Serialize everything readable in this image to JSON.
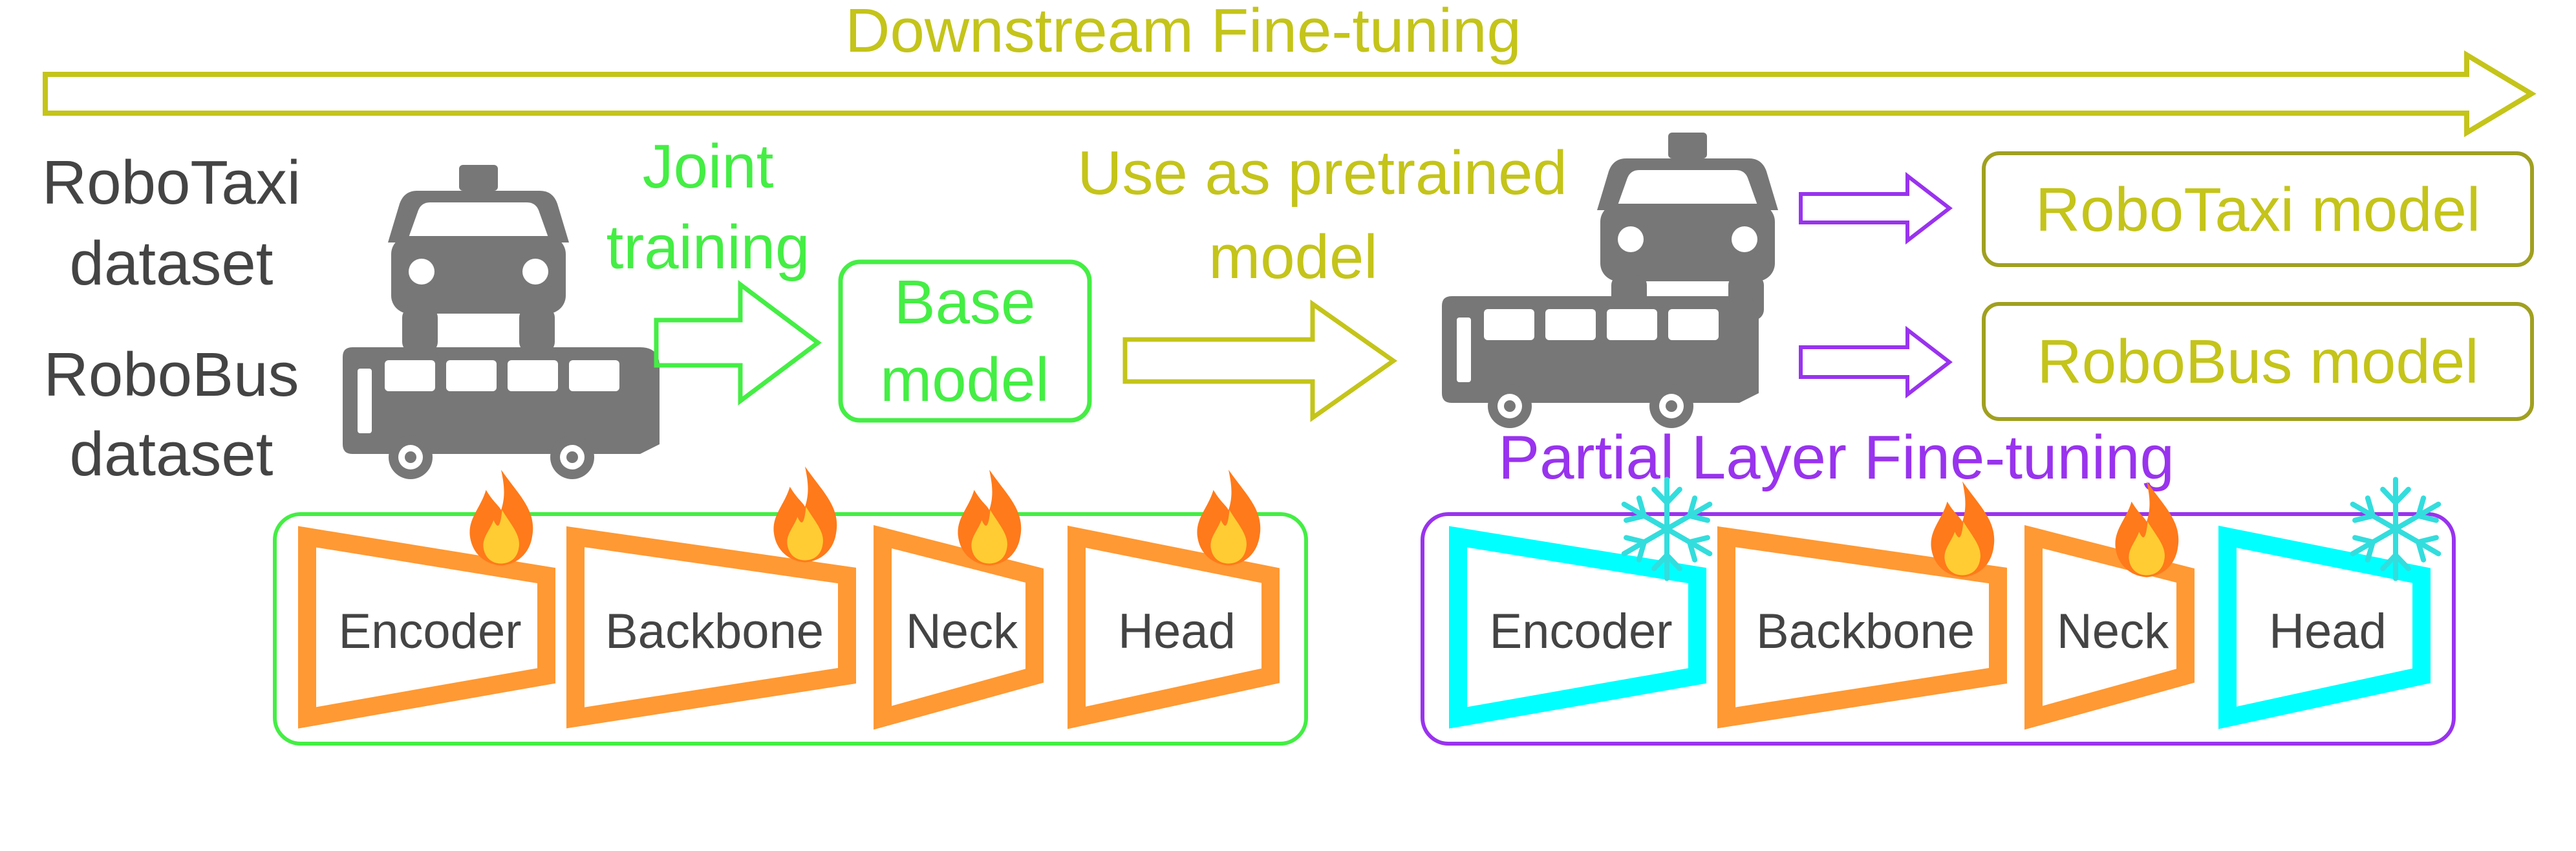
{
  "colors": {
    "olive": "#c4c41a",
    "olive_dark": "#a0a020",
    "green": "#44ee44",
    "purple": "#9933ee",
    "orange": "#ff9933",
    "cyan": "#00ffff",
    "cyan_snow": "#33dddd",
    "gray": "#777777",
    "text_dark": "#444444",
    "flame_outer": "#ff7a1a",
    "flame_inner": "#ffcc33"
  },
  "icons": {
    "taxi": "taxi-icon",
    "bus": "bus-icon",
    "fire": "fire-icon",
    "snowflake": "snowflake-icon",
    "arrow": "arrow-right-icon"
  },
  "header": {
    "downstream_label": "Downstream Fine-tuning"
  },
  "datasets": {
    "taxi_line1": "RoboTaxi",
    "taxi_line2": "dataset",
    "bus_line1": "RoboBus",
    "bus_line2": "dataset"
  },
  "joint": {
    "line1": "Joint",
    "line2": "training"
  },
  "base_model": {
    "line1": "Base",
    "line2": "model"
  },
  "pretrained": {
    "line1": "Use as pretrained",
    "line2": "model"
  },
  "outputs": {
    "taxi_model": "RoboTaxi model",
    "bus_model": "RoboBus model"
  },
  "partial_label": "Partial Layer Fine-tuning",
  "left_modules": [
    "Encoder",
    "Backbone",
    "Neck",
    "Head"
  ],
  "right_modules": [
    "Encoder",
    "Backbone",
    "Neck",
    "Head"
  ]
}
